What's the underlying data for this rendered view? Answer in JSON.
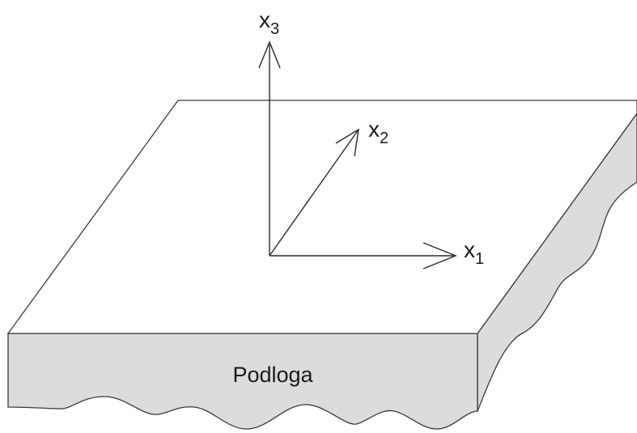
{
  "substrate": {
    "label": "Podloga",
    "side_color": "#dcdcdc",
    "top_color": "#ffffff",
    "edge_color": "#3a3a3a"
  },
  "axes": {
    "x1": {
      "base": "x",
      "subscript": "1"
    },
    "x2": {
      "base": "x",
      "subscript": "2"
    },
    "x3": {
      "base": "x",
      "subscript": "3"
    }
  }
}
